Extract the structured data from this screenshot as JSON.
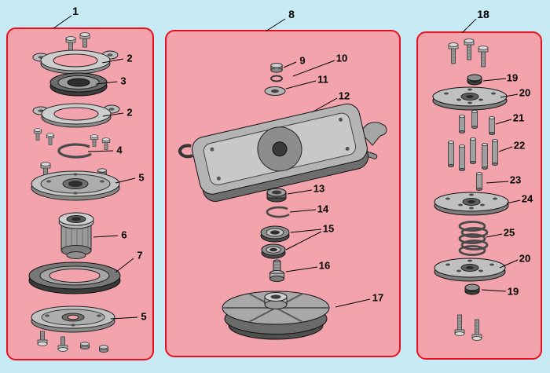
{
  "colors": {
    "background": "#c7eaf4",
    "panel_fill": "#f2a3ab",
    "panel_border": "#e8101c",
    "callout_text": "#000000"
  },
  "panels": {
    "left": {
      "label": "1"
    },
    "middle": {
      "label": "8"
    },
    "right": {
      "label": "18"
    }
  },
  "callouts": {
    "left": [
      "2",
      "3",
      "2",
      "4",
      "5",
      "6",
      "7",
      "5"
    ],
    "middle": [
      "9",
      "10",
      "11",
      "12",
      "13",
      "14",
      "15",
      "16",
      "17"
    ],
    "right": [
      "19",
      "20",
      "21",
      "22",
      "23",
      "24",
      "25",
      "20",
      "19"
    ]
  }
}
